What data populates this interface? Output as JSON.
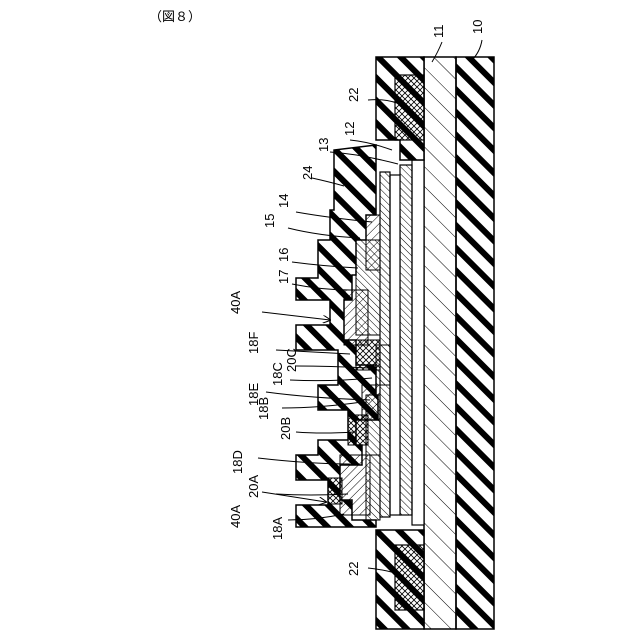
{
  "figure": {
    "caption": "（図８）",
    "labels": {
      "l10": "10",
      "l11": "11",
      "l12": "12",
      "l13": "13",
      "l14": "14",
      "l15": "15",
      "l16": "16",
      "l17": "17",
      "l18A": "18A",
      "l18B": "18B",
      "l18C": "18C",
      "l18D": "18D",
      "l18E": "18E",
      "l18F": "18F",
      "l20A": "20A",
      "l20B": "20B",
      "l20C": "20C",
      "l22a": "22",
      "l22b": "22",
      "l24": "24",
      "l40Aa": "40A",
      "l40Ab": "40A"
    }
  }
}
